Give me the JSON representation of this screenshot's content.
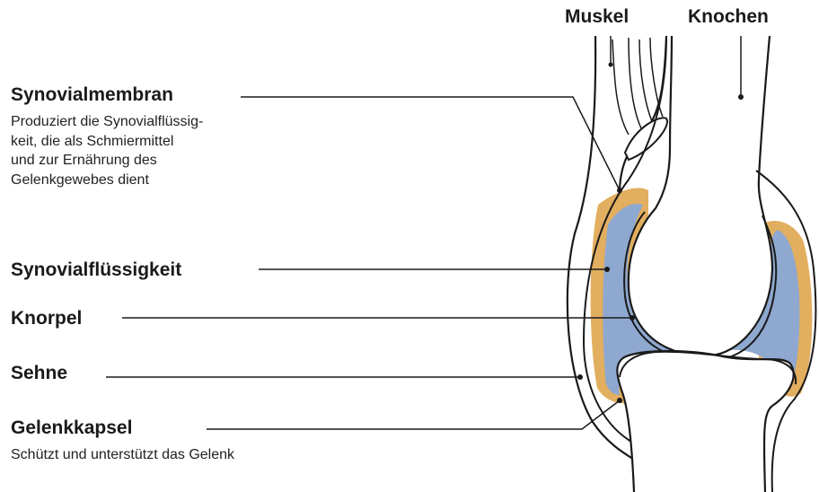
{
  "labels": {
    "muskel": "Muskel",
    "knochen": "Knochen",
    "synovialmembran": {
      "title": "Synovialmembran",
      "description": [
        "Produziert die Synovialflüssig-",
        "keit, die als Schmiermittel",
        "und zur Ernährung des",
        "Gelenkgewebes dient"
      ]
    },
    "synovialfluessigkeit": "Synovialflüssigkeit",
    "knorpel": "Knorpel",
    "sehne": "Sehne",
    "gelenkkapsel": {
      "title": "Gelenkkapsel",
      "description": "Schützt und unterstützt das Gelenk"
    }
  },
  "colors": {
    "capsule": "#E2AE5F",
    "fluid": "#8FA8CF",
    "outline": "#1a1a1a",
    "background": "#ffffff"
  }
}
